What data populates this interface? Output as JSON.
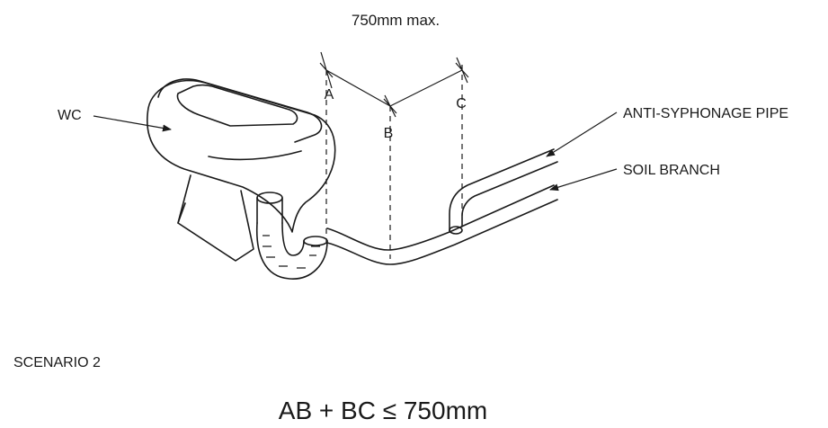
{
  "dimension_label": "750mm max.",
  "points": {
    "a": "A",
    "b": "B",
    "c": "C"
  },
  "labels": {
    "wc": "WC",
    "anti_syphonage_pipe": "ANTI-SYPHONAGE PIPE",
    "soil_branch": "SOIL BRANCH"
  },
  "scenario": "SCENARIO 2",
  "formula": "AB + BC ≤ 750mm"
}
